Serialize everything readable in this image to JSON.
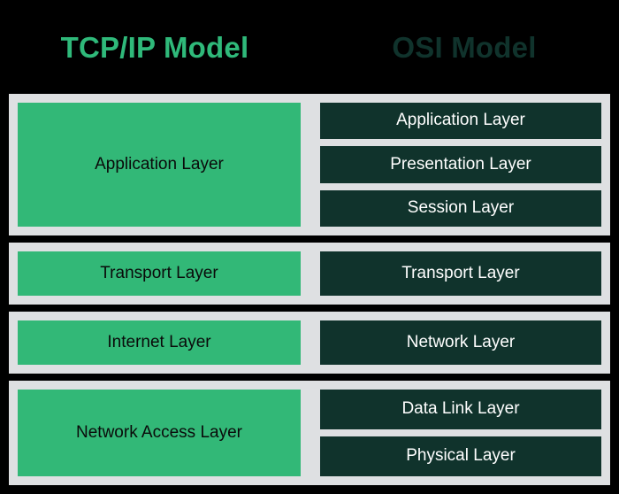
{
  "diagram": {
    "title_tcp": "TCP/IP Model",
    "title_osi": "OSI Model",
    "colors": {
      "background": "#000000",
      "row_container": "#DEE0E2",
      "tcp_box": "#32B877",
      "osi_box": "#10332C",
      "tcp_title": "#2FB97A",
      "osi_title": "#10332C",
      "tcp_text": "#0A0A0A",
      "osi_text": "#FFFFFF"
    },
    "rows": [
      {
        "tcp": "Application Layer",
        "osi": [
          "Application Layer",
          "Presentation Layer",
          "Session Layer"
        ]
      },
      {
        "tcp": "Transport Layer",
        "osi": [
          "Transport Layer"
        ]
      },
      {
        "tcp": "Internet Layer",
        "osi": [
          "Network Layer"
        ]
      },
      {
        "tcp": "Network Access Layer",
        "osi": [
          "Data Link Layer",
          "Physical Layer"
        ]
      }
    ]
  }
}
